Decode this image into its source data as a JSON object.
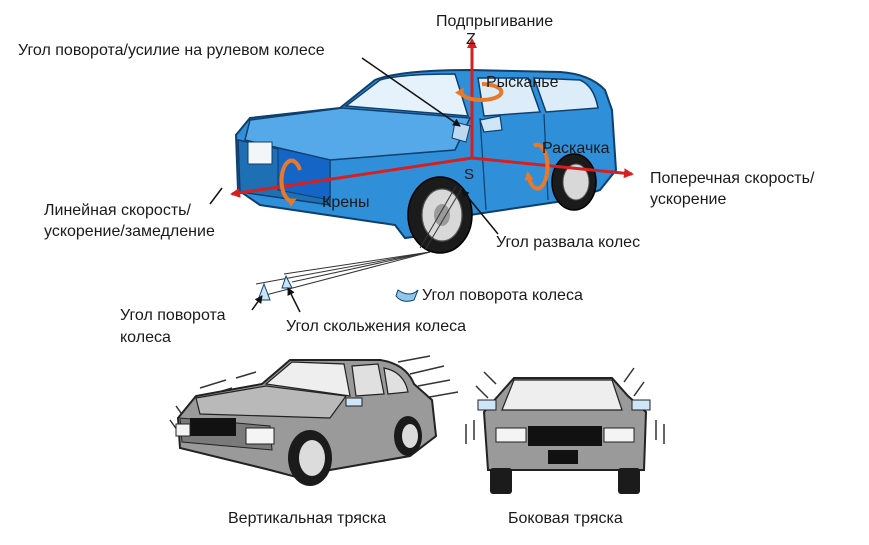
{
  "labels": {
    "heave": "Подпрыгивание",
    "z_axis": "Z",
    "steering": "Угол поворота/усилие на рулевом колесе",
    "yaw": "Рысканье",
    "pitch": "Раскачка",
    "lateral_line1": "Поперечная скорость/",
    "lateral_line2": "ускорение",
    "roll": "Крены",
    "s_point": "S",
    "longitudinal_line1": "Линейная скорость/",
    "longitudinal_line2": "ускорение/замедление",
    "camber": "Угол развала колес",
    "wheel_rotation": "Угол поворота колеса",
    "wheel_steer_line1": "Угол поворота",
    "wheel_steer_line2": "колеса",
    "slip_angle": "Угол скольжения колеса",
    "vertical_shake": "Вертикальная тряска",
    "lateral_shake": "Боковая тряска"
  },
  "colors": {
    "car_body": "#2f8fd8",
    "car_dark": "#1f6fb5",
    "axis_red": "#d42020",
    "rotation_orange": "#e8792a",
    "gray_car": "#9a9a9a"
  }
}
